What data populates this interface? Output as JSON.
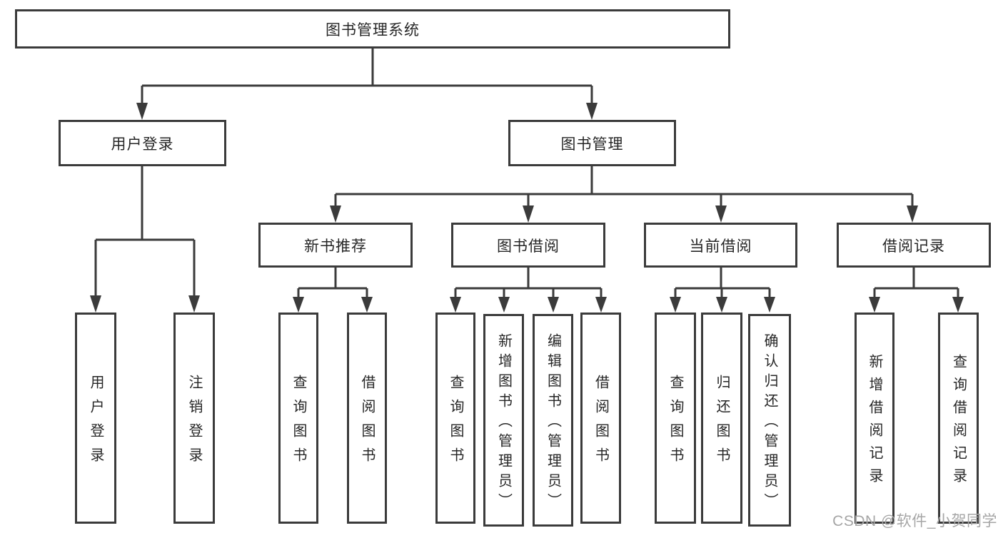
{
  "diagram": {
    "root": {
      "label": "图书管理系统"
    },
    "branches": [
      {
        "label": "用户登录",
        "children": [
          {
            "label": "用户登录"
          },
          {
            "label": "注销登录"
          }
        ]
      },
      {
        "label": "图书管理",
        "children": [
          {
            "label": "新书推荐",
            "children": [
              {
                "label": "查询图书"
              },
              {
                "label": "借阅图书"
              }
            ]
          },
          {
            "label": "图书借阅",
            "children": [
              {
                "label": "查询图书"
              },
              {
                "label": "新增图书（管理员）"
              },
              {
                "label": "编辑图书（管理员）"
              },
              {
                "label": "借阅图书"
              }
            ]
          },
          {
            "label": "当前借阅",
            "children": [
              {
                "label": "查询图书"
              },
              {
                "label": "归还图书"
              },
              {
                "label": "确认归还（管理员）"
              }
            ]
          },
          {
            "label": "借阅记录",
            "children": [
              {
                "label": "新增借阅记录"
              },
              {
                "label": "查询借阅记录"
              }
            ]
          }
        ]
      }
    ]
  },
  "watermark": {
    "text": "CSDN @软件_小贺同学"
  },
  "colors": {
    "line": "#3b3b3b",
    "box_border": "#3b3b3b",
    "text": "#262626",
    "background": "#ffffff",
    "watermark_text": "#a6a6a6"
  }
}
